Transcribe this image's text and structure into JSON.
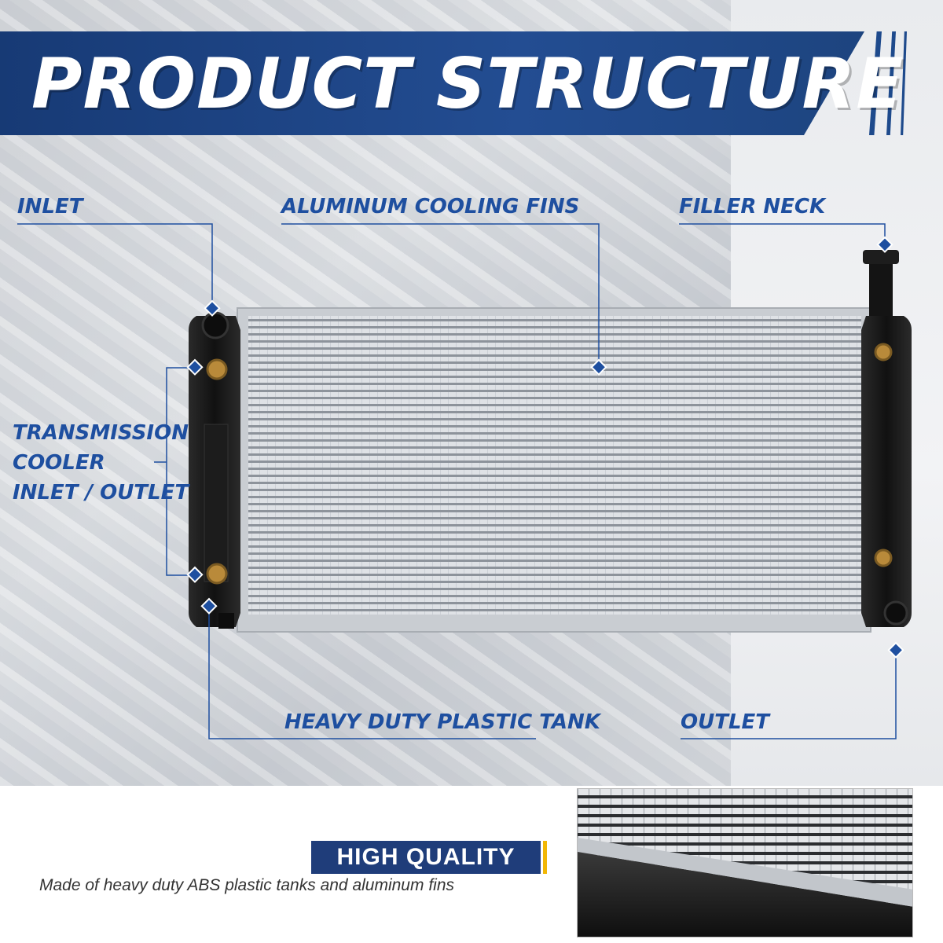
{
  "header": {
    "title": "PRODUCT STRUCTURE"
  },
  "callouts": {
    "inlet": "INLET",
    "fins": "ALUMINUM COOLING FINS",
    "filler_neck": "FILLER NECK",
    "transmission_line1": "TRANSMISSION",
    "transmission_line2": "COOLER",
    "transmission_line3": "INLET / OUTLET",
    "tank": "HEAVY DUTY PLASTIC TANK",
    "outlet": "OUTLET"
  },
  "quality": {
    "badge": "HIGH QUALITY",
    "description": "Made of heavy duty ABS plastic tanks and aluminum fins"
  },
  "colors": {
    "banner_blue": "#1f4a8e",
    "label_blue": "#1e4fa0",
    "accent_yellow": "#f2b705",
    "tank_black": "#1a1a1a"
  }
}
